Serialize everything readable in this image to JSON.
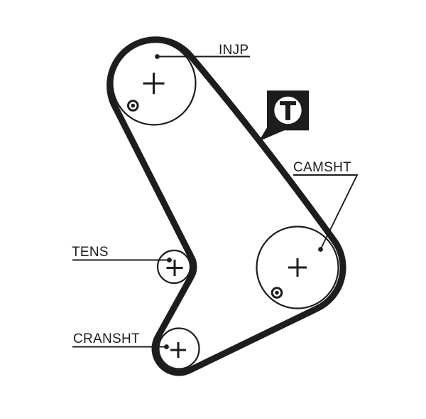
{
  "diagram": {
    "type": "timing-belt-routing-diagram",
    "colors": {
      "line": "#1d1d1b",
      "background": "#ffffff"
    },
    "pulleys": [
      {
        "id": "injp",
        "label": "INJP",
        "role": "injection-pump-pulley"
      },
      {
        "id": "camsht",
        "label": "CAMSHT",
        "role": "camshaft-pulley"
      },
      {
        "id": "tens",
        "label": "TENS",
        "role": "tensioner-pulley"
      },
      {
        "id": "cransht",
        "label": "CRANSHT",
        "role": "crankshaft-pulley"
      }
    ],
    "timing_mark_badge": {
      "letter": "T"
    }
  }
}
